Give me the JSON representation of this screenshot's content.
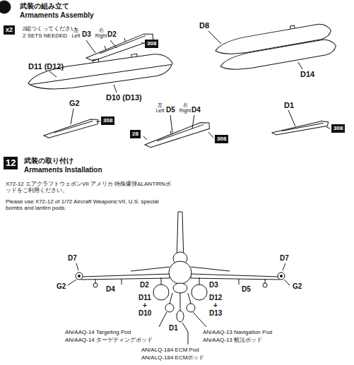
{
  "diagram": {
    "nodes": [
      {
        "text": [
          "x2"
        ]
      },
      {
        "text": [
          "308"
        ]
      },
      {
        "text": [
          "308"
        ]
      },
      {
        "text": [
          "308"
        ]
      },
      {
        "text": [
          "28"
        ]
      },
      {
        "text": [
          "308"
        ]
      },
      {
        "text": [
          "12"
        ]
      }
    ],
    "labels": [
      "武装の組み立て",
      "Armaments Assembly",
      "2組つくってください。",
      "2 SETS NEEDED",
      "左 Left",
      "D3",
      "右 Right",
      "D2",
      "D11 (D12)",
      "D10 (D13)",
      "D8",
      "D14",
      "G2",
      "左 Left",
      "D5",
      "右 Right",
      "D4",
      "D1",
      "武装の取り付け",
      "Armaments Installation",
      "X72-12 エアクラフトウェポンVII アメリカ 特殊爆弾&LANTIRNポッドをご利用ください。",
      "Please use X72-12 of 1/72 Aircraft Weapons:VII, U.S. special bombs and lantirn pods.",
      "D7",
      "D7",
      "G2",
      "D4",
      "D2",
      "D11",
      "+",
      "D10",
      "D1",
      "D12",
      "+",
      "D13",
      "D3",
      "D5",
      "G2",
      "AN/AAQ-14 Targeting Pod",
      "AN/AAQ-14 ターゲティングポッド",
      "AN/AAQ-13 Navigation Pod",
      "AN/AAQ-13 航法ポッド",
      "AN/ALQ-184 ECM Pod",
      "AN/ALQ-184 ECMポッド"
    ]
  }
}
